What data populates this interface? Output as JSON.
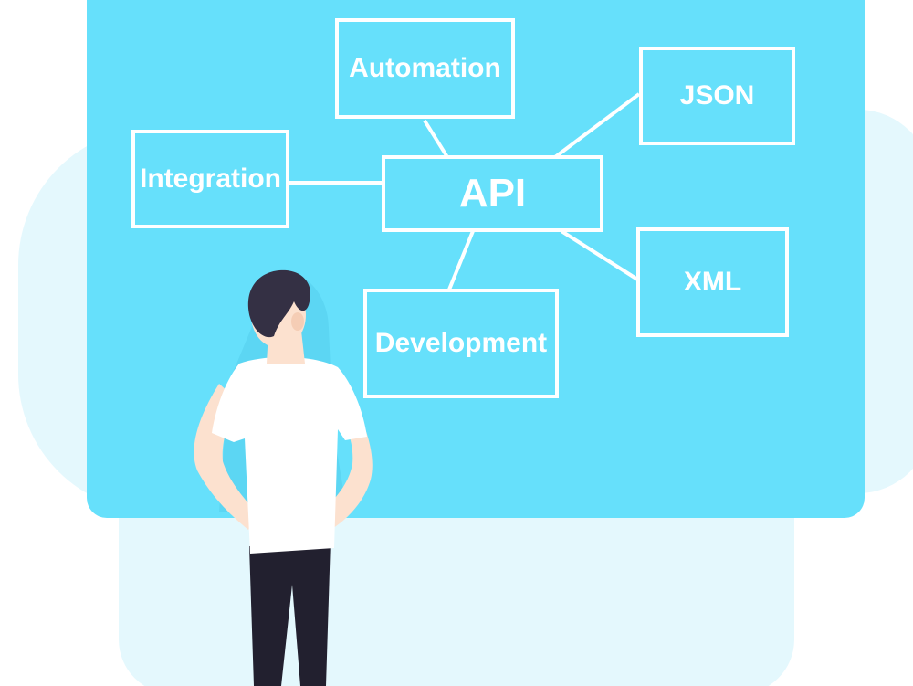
{
  "diagram": {
    "center": {
      "label": "API"
    },
    "nodes": [
      {
        "id": "automation",
        "label": "Automation"
      },
      {
        "id": "json",
        "label": "JSON"
      },
      {
        "id": "integration",
        "label": "Integration"
      },
      {
        "id": "xml",
        "label": "XML"
      },
      {
        "id": "development",
        "label": "Development"
      }
    ]
  },
  "colors": {
    "board": "#66e0fb",
    "background": "#e4f8fd",
    "stroke": "#ffffff",
    "hair": "#343044",
    "skin": "#fce1cf",
    "shirt": "#ffffff",
    "trousers": "#22202f"
  },
  "icons": {
    "figure": "person-standing-back-view"
  }
}
